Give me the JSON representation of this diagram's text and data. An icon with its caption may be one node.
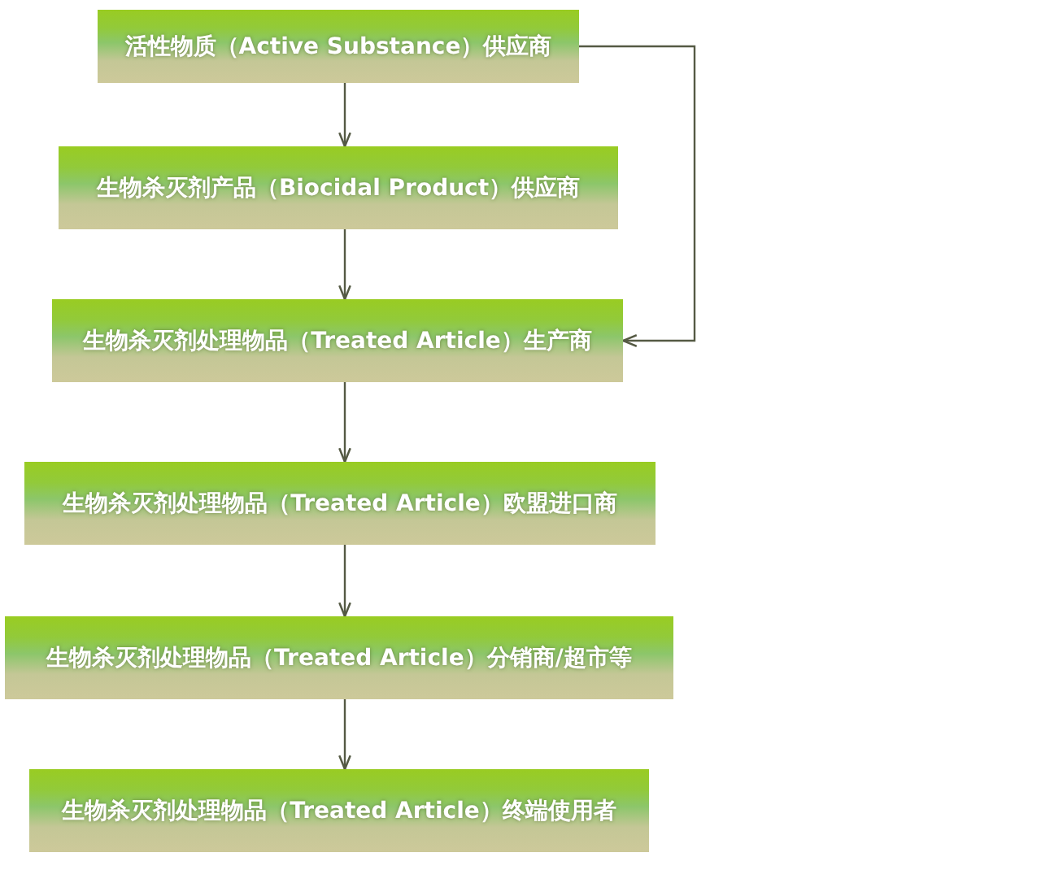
{
  "diagram": {
    "nodes": [
      {
        "text": [
          "活性物质（Active Substance）供应商"
        ]
      },
      {
        "text": [
          "生物杀灭剂产品（Biocidal Product）供应商"
        ]
      },
      {
        "text": [
          "生物杀灭剂处理物品（Treated Article）生产商"
        ]
      },
      {
        "text": [
          "生物杀灭剂处理物品（Treated Article）欧盟进口商"
        ]
      },
      {
        "text": [
          "生物杀灭剂处理物品（Treated Article）分销商/超市等"
        ]
      },
      {
        "text": [
          "生物杀灭剂处理物品（Treated Article）终端使用者"
        ]
      }
    ],
    "edges": [
      {
        "from": 0,
        "to": 1,
        "arrow": "to"
      },
      {
        "from": 1,
        "to": 2,
        "arrow": "to"
      },
      {
        "from": 2,
        "to": 3,
        "arrow": "to"
      },
      {
        "from": 3,
        "to": 4,
        "arrow": "to"
      },
      {
        "from": 4,
        "to": 5,
        "arrow": "to"
      },
      {
        "from": 0,
        "to": 2,
        "arrow": "to"
      }
    ]
  }
}
